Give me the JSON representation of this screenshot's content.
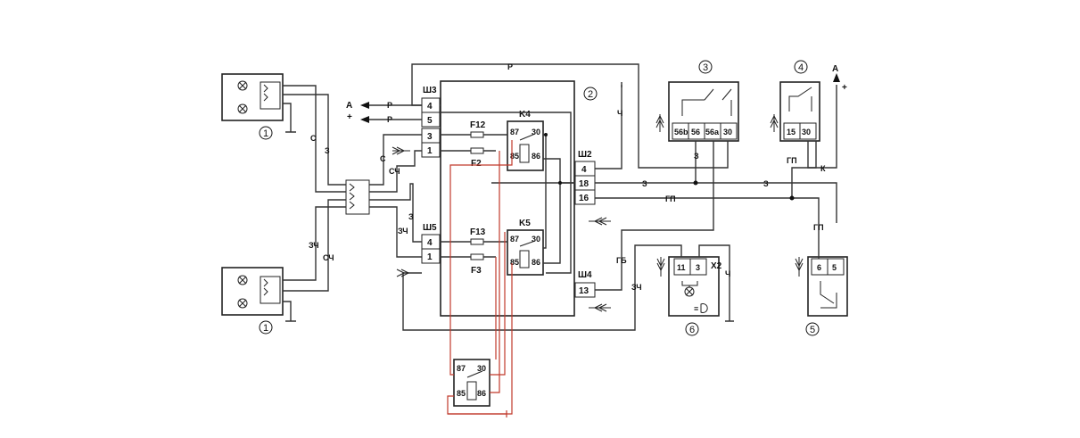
{
  "legend_numbers": [
    "1",
    "1",
    "2",
    "3",
    "4",
    "5",
    "6"
  ],
  "connectors": {
    "sh3": "Ш3",
    "sh5": "Ш5",
    "sh2": "Ш2",
    "sh4": "Ш4",
    "x2": "X2"
  },
  "pins": {
    "sh3": [
      "4",
      "5",
      "3",
      "1"
    ],
    "sh5": [
      "4",
      "1"
    ],
    "sh2": [
      "4",
      "18",
      "16"
    ],
    "sh4": [
      "13"
    ],
    "sw3": [
      "56b",
      "56",
      "56a",
      "30"
    ],
    "sw4": [
      "15",
      "30"
    ],
    "sw5": [
      "6",
      "5"
    ],
    "x2": [
      "11",
      "3"
    ]
  },
  "fuses": [
    "F12",
    "F2",
    "F13",
    "F3"
  ],
  "relays": {
    "k4": "K4",
    "k5": "K5",
    "pin87": "87",
    "pin30": "30",
    "pin85": "85",
    "pin86": "86"
  },
  "wire_labels": {
    "r": "Р",
    "z": "З",
    "s": "С",
    "ch": "Ч",
    "sch": "СЧ",
    "zch": "ЗЧ",
    "gp": "ГП",
    "gb": "ГБ",
    "k": "К"
  },
  "terminal_a": "А",
  "plus": "+",
  "lamp_symbol": "≡",
  "colors": {
    "wire": "#333333",
    "red_wire": "#c0392b"
  }
}
